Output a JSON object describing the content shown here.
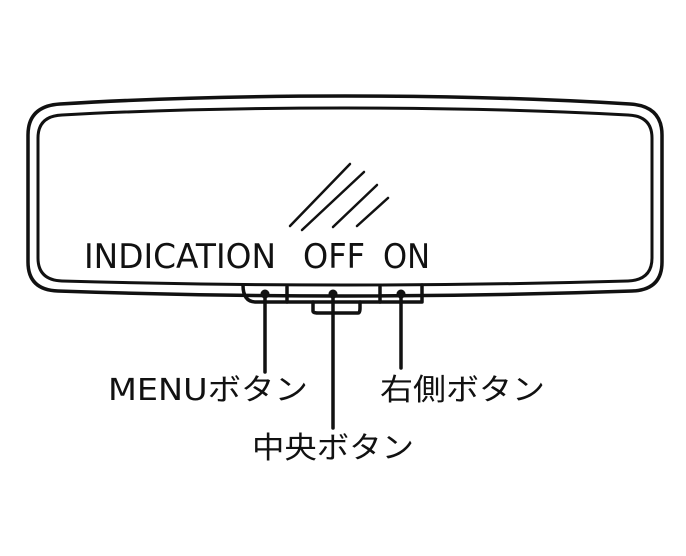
{
  "display": {
    "indication_label": "INDICATION",
    "off_label": "OFF",
    "on_label": "ON"
  },
  "callouts": {
    "menu_button": "MENUボタン",
    "center_button": "中央ボタン",
    "right_button": "右側ボタン"
  }
}
